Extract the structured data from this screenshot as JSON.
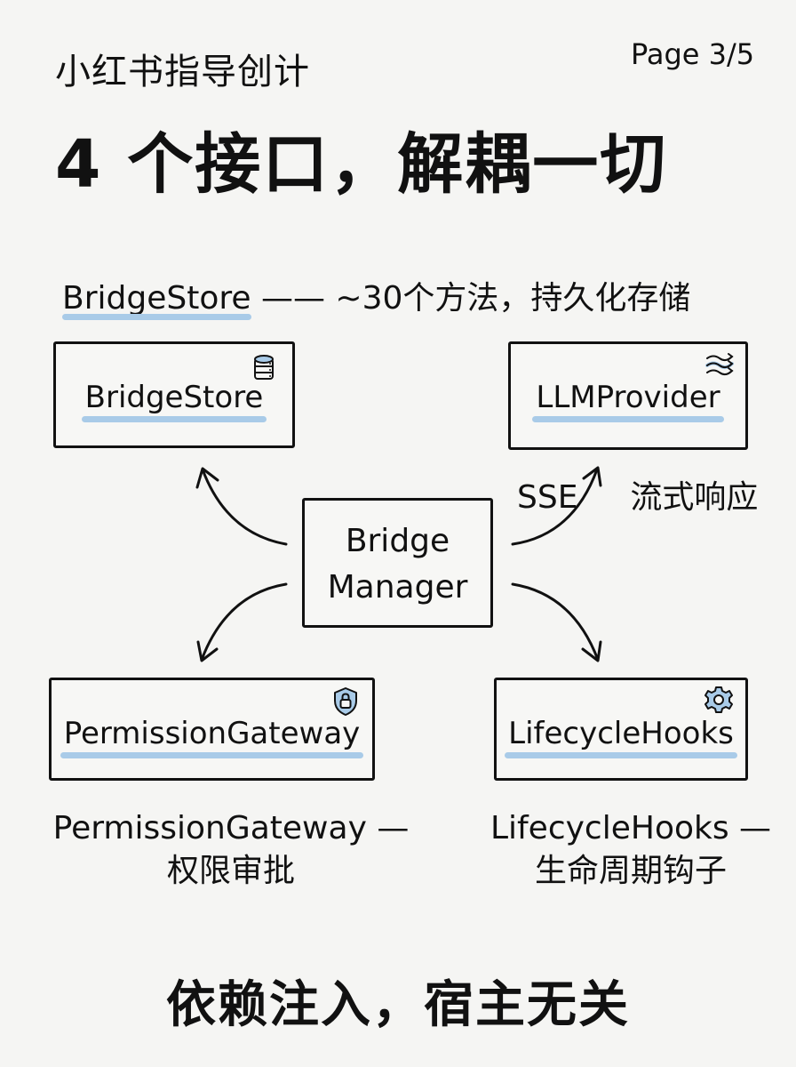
{
  "header": {
    "subtitle": "小红书指导创计",
    "page_indicator": "Page 3/5",
    "title": "4 个接口，解耦一切"
  },
  "caption": {
    "highlight": "BridgeStore",
    "rest": " —— ~30个方法，持久化存储"
  },
  "diagram": {
    "center": {
      "line1": "Bridge",
      "line2": "Manager"
    },
    "nodes": [
      {
        "id": "bridge-store",
        "label": "BridgeStore",
        "icon": "database-icon"
      },
      {
        "id": "llm-provider",
        "label": "LLMProvider",
        "icon": "stream-waves-icon"
      },
      {
        "id": "permission-gateway",
        "label": "PermissionGateway",
        "icon": "shield-lock-icon"
      },
      {
        "id": "lifecycle-hooks",
        "label": "LifecycleHooks",
        "icon": "gear-icon"
      }
    ],
    "annotations": {
      "llm": "SSE",
      "llm_rest": "流式响应",
      "permission_line1": "PermissionGateway —",
      "permission_line2": "权限审批",
      "lifecycle_line1": "LifecycleHooks —",
      "lifecycle_line2": "生命周期钩子"
    },
    "colors": {
      "highlight": "#a9cbe8",
      "stroke": "#111111",
      "background": "#f5f5f3"
    }
  },
  "footer": {
    "text": "依赖注入，宿主无关"
  }
}
